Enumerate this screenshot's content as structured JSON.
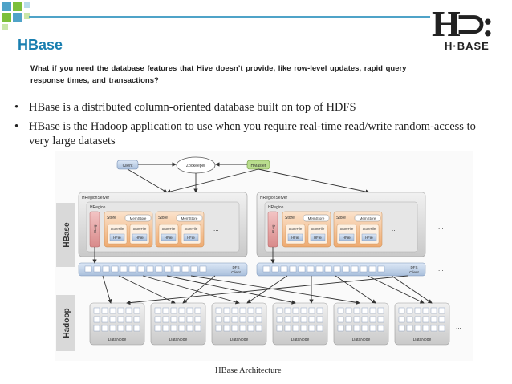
{
  "slide": {
    "title": "HBase",
    "question": "What if you need the database features that Hive doesn’t provide, like row-level updates, rapid query response times, and transactions?",
    "bullets": [
      "HBase is a distributed column-oriented database built on top of HDFS",
      "HBase is the Hadoop application  to use when you require real-time read/write random-access  to very large datasets"
    ],
    "bullet_glyph": "•",
    "caption": "HBase Architecture"
  },
  "logo": {
    "mark": "H⊃:",
    "text": "H·BASE"
  },
  "diagram": {
    "client": "Client",
    "zookeeper": "Zookeeper",
    "hmaster": "HMaster",
    "hregionserver": "HRegionServer",
    "hregion": "HRegion",
    "store": "Store",
    "memstore": "MemStore",
    "storefile": "StoreFile",
    "hfile": "HFile",
    "hlog": "HLog",
    "dfs_client_1": "DFS",
    "dfs_client_2": "Client",
    "datanode": "DataNode",
    "hbase_side": "HBase",
    "hadoop_side": "Hadoop",
    "ellipsis": "..."
  },
  "colors": {
    "title": "#1a7fb0",
    "accent_blue": "#4fa3c8",
    "accent_green": "#7cbf3a",
    "store_orange": "#f0b27a"
  }
}
